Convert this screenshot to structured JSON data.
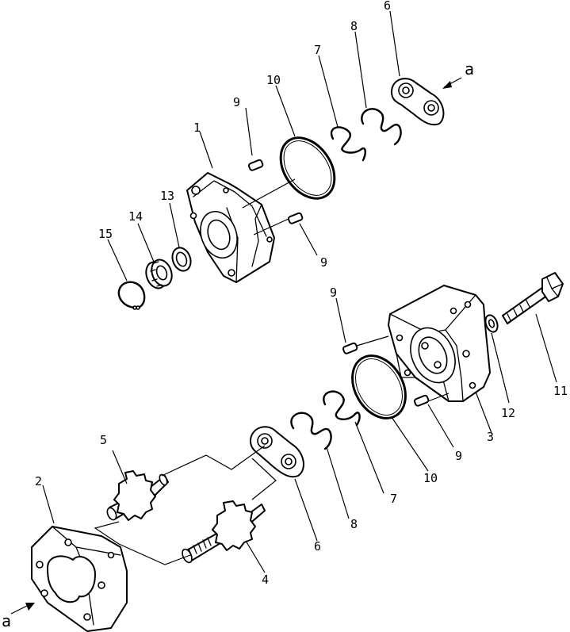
{
  "callouts": {
    "c1": "1",
    "c2": "2",
    "c3": "3",
    "c4": "4",
    "c5": "5",
    "c6_top": "6",
    "c6_bottom": "6",
    "c7_top": "7",
    "c7_bottom": "7",
    "c8_top": "8",
    "c8_bottom": "8",
    "c9_a": "9",
    "c9_b": "9",
    "c9_c": "9",
    "c9_d": "9",
    "c10_top": "10",
    "c10_bottom": "10",
    "c11": "11",
    "c12": "12",
    "c13": "13",
    "c14": "14",
    "c15": "15"
  },
  "references": {
    "a_top": "a",
    "a_bottom": "a"
  }
}
